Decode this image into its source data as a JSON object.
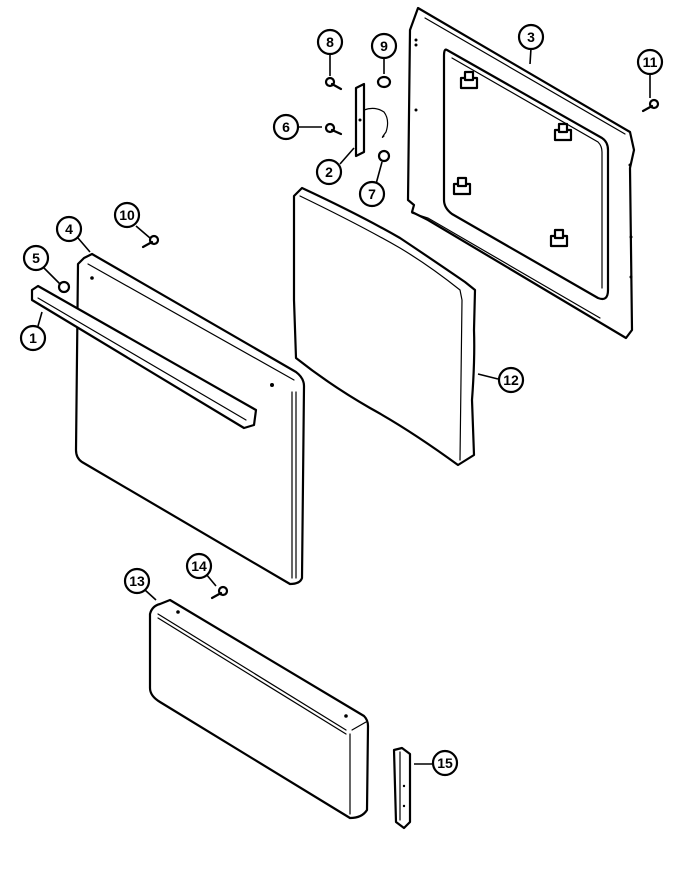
{
  "diagram": {
    "type": "exploded-parts-diagram",
    "subject": "Oven door and drawer assembly",
    "line_color": "#000000",
    "background_color": "#ffffff"
  },
  "callouts": [
    {
      "id": "1",
      "label": "1",
      "part": "door-handle"
    },
    {
      "id": "2",
      "label": "2",
      "part": "hinge-bracket"
    },
    {
      "id": "3",
      "label": "3",
      "part": "inner-door-frame"
    },
    {
      "id": "4",
      "label": "4",
      "part": "outer-door-panel"
    },
    {
      "id": "5",
      "label": "5",
      "part": "handle-nut"
    },
    {
      "id": "6",
      "label": "6",
      "part": "bracket-screw"
    },
    {
      "id": "7",
      "label": "7",
      "part": "nut"
    },
    {
      "id": "8",
      "label": "8",
      "part": "screw"
    },
    {
      "id": "9",
      "label": "9",
      "part": "spacer"
    },
    {
      "id": "10",
      "label": "10",
      "part": "door-screw"
    },
    {
      "id": "11",
      "label": "11",
      "part": "frame-screw"
    },
    {
      "id": "12",
      "label": "12",
      "part": "insulation-pad"
    },
    {
      "id": "13",
      "label": "13",
      "part": "drawer-panel"
    },
    {
      "id": "14",
      "label": "14",
      "part": "drawer-screw"
    },
    {
      "id": "15",
      "label": "15",
      "part": "drawer-end-bracket"
    }
  ]
}
